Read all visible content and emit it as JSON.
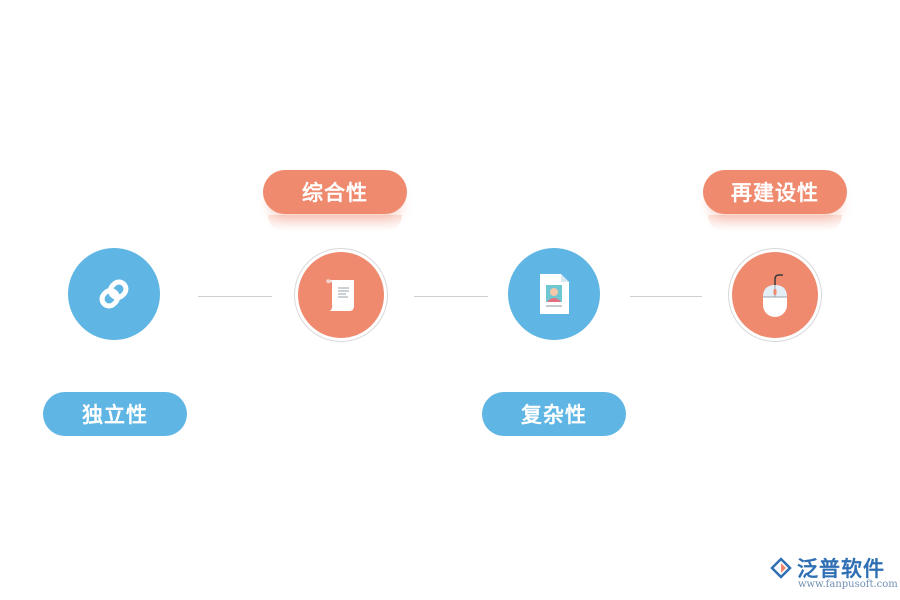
{
  "nodes": [
    {
      "id": "independence",
      "label": "独立性",
      "icon": "link-icon",
      "color": "#5fb5e3"
    },
    {
      "id": "comprehensiveness",
      "label": "综合性",
      "icon": "scroll-document-icon",
      "color": "#ef8a6f"
    },
    {
      "id": "complexity",
      "label": "复杂性",
      "icon": "profile-document-icon",
      "color": "#5fb5e3"
    },
    {
      "id": "reconstructability",
      "label": "再建设性",
      "icon": "mouse-icon",
      "color": "#ef8a6f"
    }
  ],
  "logo": {
    "brand": "泛普软件",
    "url": "www.fanpusoft.com",
    "icon": "fanpu-logo-icon"
  },
  "colors": {
    "blue": "#5fb5e3",
    "coral": "#ef8a6f",
    "connector": "#cfcfcf",
    "brand": "#2f6fb3"
  }
}
